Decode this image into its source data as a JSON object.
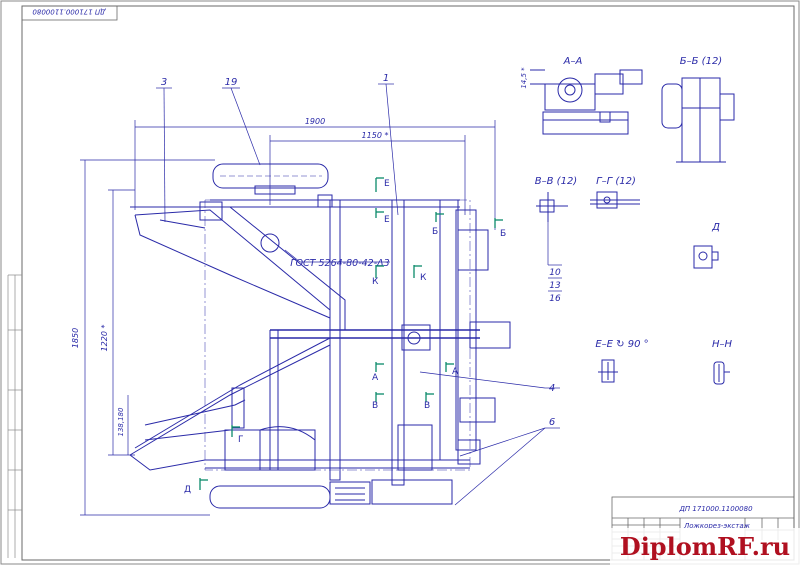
{
  "drawing": {
    "doc_code_top": "ДП 171000.1100080",
    "doc_code_bottom": "ДП 171000.1100080",
    "title_partial": "Ложкорез-экстаж",
    "dim_overall_width": "1900",
    "dim_inner_width": "1150 *",
    "dim_overall_height": "1850",
    "dim_inner_height": "1220 *",
    "dim_small_height": "138,180",
    "dim_aa_height": "14,5 *",
    "weld_note": "ГОСТ 5264-80-42-Δ3",
    "callouts": [
      "3",
      "19",
      "1",
      "4",
      "6"
    ],
    "leader_list": [
      "10",
      "13",
      "16"
    ],
    "section_marks": {
      "e_top": "Е",
      "e_bottom": "Е",
      "b1": "Б",
      "b2": "Б",
      "k1": "К",
      "k2": "К",
      "a1": "А",
      "a2": "А",
      "v1": "В",
      "v2": "В",
      "g": "Г",
      "d": "Д"
    },
    "views": {
      "aa": "А–А",
      "bb": "Б–Б (12)",
      "vv": "В–В (12)",
      "gg": "Г–Г (12)",
      "d": "Д",
      "ee": "Е–Е ↻ 90 °",
      "nn": "Н–Н"
    },
    "watermark": "DiplomRF.ru"
  },
  "colors": {
    "line": "#2a2aa8",
    "frame": "#8a8a8a",
    "brand": "#b01020"
  }
}
